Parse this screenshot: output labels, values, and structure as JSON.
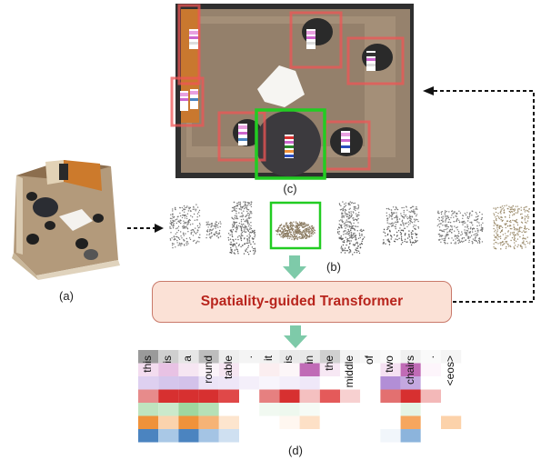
{
  "captions": {
    "a": "(a)",
    "b": "(b)",
    "c": "(c)",
    "d": "(d)"
  },
  "transformer": {
    "label": "Spatiality-guided Transformer"
  },
  "tokens": [
    "this",
    "is",
    "a",
    "round",
    "table",
    ".",
    "it",
    "is",
    "in",
    "the",
    "middle",
    "of",
    "two",
    "chairs",
    ".",
    "<eos>"
  ],
  "colors": {
    "green_box": "#22cc22",
    "red_box": "#ee5555",
    "arrow_teal": "#7ecaa9",
    "heat_red": "#d73030",
    "heat_green": "#8fcf8f",
    "heat_orange": "#f0923a",
    "heat_blue": "#4b84c0",
    "heat_purple": "#b28ed6"
  },
  "objects": [
    "wall",
    "chair",
    "chair",
    "round-table",
    "chair",
    "chair",
    "sofa",
    "wall"
  ]
}
